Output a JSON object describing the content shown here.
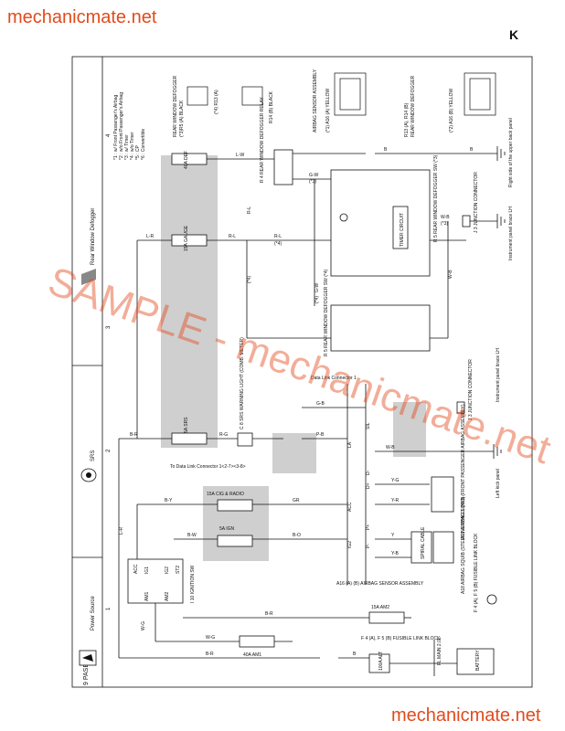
{
  "watermarks": {
    "top": "mechanicmate.net",
    "bottom": "mechanicmate.net",
    "sample": "SAMPLE - mechanicmate.net"
  },
  "page_letter": "K",
  "side_labels": {
    "title": "9 PASEO",
    "power_source": "Power Source",
    "srs": "SRS",
    "rear_defogger": "Rear Window Defogger",
    "col1": "1",
    "col2": "2",
    "col3": "3",
    "col4": "4"
  },
  "notes": {
    "n1": "*1 : w/ Front Passenger's Airbag",
    "n2": "*2 : w/o Front Passenger's Airbag",
    "n3": "*3 : w/ Timer",
    "n4": "*4 : w/o Timer",
    "n5": "*5 : CP",
    "n6": "*6 : Convertible"
  },
  "connectors": {
    "r14": "R14 (B) BLACK",
    "r13": "(*4) R13 (A)",
    "r5": "(*3)R5 (A) BLACK",
    "rear_defogger": "REAR WINDOW DEFOGGER",
    "a16_a": "(*1) A16 (A) YELLOW",
    "a16_b": "(*2) A16 (B) YELLOW",
    "airbag_sensor": "AIRBAG SENSOR ASSEMBLY",
    "r13r14": "R13 (A), R14 (B)",
    "rear_defogger2": "REAR WINDOW DEFOGGER"
  },
  "components": {
    "relay": "R 4 REAR WINDOW DEFOGGER RELAY",
    "defogger_sw": "R 5 REAR WINDOW DEFOGGER SW (*3)",
    "defogger_sw4": "R 5 REAR WINDOW DEFOGGER SW (*4)",
    "timer": "TIMER CIRCUIT",
    "j3a": "J 3 JUNCTION CONNECTOR",
    "j3b": "J 3 JUNCTION CONNECTOR",
    "ground_upper": "Right side of the upper back panel",
    "ground_ip": "Instrument panel brace LH",
    "ground_ip2": "Instrument panel brace LH",
    "ground_left": "Left kick panel",
    "dlc1": "Data Link Connector 1",
    "dlc_to": "To Data Link Connector 1<2-7><3-8>",
    "srs_light": "C 8 SRS WARNING LIGHT (COMB. METER)",
    "squib_pass": "A17 AIRBAG SQUIB (FRONT PASSENGER AIRBAG ASSEMBLY)",
    "squib_steer": "A18 AIRBAG SQUIB (STEERING WHEEL PAD)",
    "spiral": "SPIRAL CABLE",
    "sensor_assy": "A16 (A) (B) AIRBAG SENSOR ASSEMBLY",
    "ign_sw": "I 10 IGNITION SW",
    "fusible": "F 4 (A), F 5 (B) FUSIBLE LINK BLOCK",
    "fusible2": "F 4 (A), F 5 (B) FUSIBLE LINK BLOCK",
    "fl_main": "FL MAIN 2.0L",
    "battery": "BATTERY"
  },
  "fuses": {
    "def": "40A DEF",
    "gauge": "15A GAUGE",
    "srs": "5A SRS",
    "cig": "15A CIG & RADIO",
    "ign": "5A IGN",
    "am2": "15A AM2",
    "am1": "40A AM1",
    "alt": "100A ALT"
  },
  "wires": {
    "lw": "L-W",
    "b1": "B",
    "b2": "B",
    "gw": "G-W",
    "rl": "R-L",
    "rl2": "R-L",
    "rl3": "R-L",
    "gw2": "G-W",
    "wb": "W-B",
    "wb2": "W-B",
    "lr": "L-R",
    "br": "B-R",
    "rg": "R-G",
    "gb": "G-B",
    "pb": "P-B",
    "by": "B-Y",
    "gr": "GR",
    "bw": "B-W",
    "bo": "B-O",
    "yg": "Y-G",
    "yr": "Y-R",
    "y": "Y",
    "yb": "Y-B",
    "wg": "W-G",
    "wg2": "W-G",
    "br2": "B-R",
    "br3": "B-R",
    "b3": "B",
    "lr2": "L-R",
    "wb3": "W-B"
  },
  "star": {
    "s1": "(*3)",
    "s2": "(*4)",
    "s3": "(*3)",
    "s4": "(*4)",
    "s5": "(*4)"
  },
  "ign_terms": {
    "acc": "ACC",
    "ig1": "IG1",
    "ig2": "IG2",
    "st2": "ST2",
    "am1": "AM1",
    "am2": "AM2"
  },
  "sensor_terms": {
    "acc": "ACC",
    "ig2": "IG2",
    "la": "LA",
    "dd": "D-",
    "dp": "D+",
    "pp": "P+",
    "pm": "P-",
    "sil": "SIL"
  }
}
